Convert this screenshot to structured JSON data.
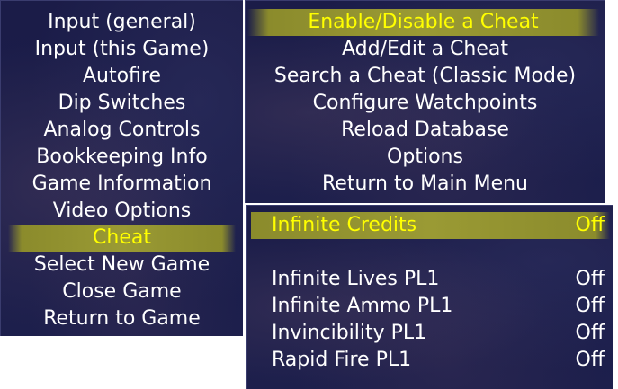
{
  "main_menu": {
    "items": [
      {
        "label": "Input (general)",
        "selected": false
      },
      {
        "label": "Input (this Game)",
        "selected": false
      },
      {
        "label": "Autofire",
        "selected": false
      },
      {
        "label": "Dip Switches",
        "selected": false
      },
      {
        "label": "Analog Controls",
        "selected": false
      },
      {
        "label": "Bookkeeping Info",
        "selected": false
      },
      {
        "label": "Game Information",
        "selected": false
      },
      {
        "label": "Video Options",
        "selected": false
      },
      {
        "label": "Cheat",
        "selected": true
      },
      {
        "label": "Select New Game",
        "selected": false
      },
      {
        "label": "Close Game",
        "selected": false
      },
      {
        "label": "Return to Game",
        "selected": false
      }
    ]
  },
  "cheat_menu": {
    "items": [
      {
        "label": "Enable/Disable a Cheat",
        "selected": true
      },
      {
        "label": "Add/Edit a Cheat",
        "selected": false
      },
      {
        "label": "Search a Cheat (Classic Mode)",
        "selected": false
      },
      {
        "label": "Configure Watchpoints",
        "selected": false
      },
      {
        "label": "Reload Database",
        "selected": false
      },
      {
        "label": "Options",
        "selected": false
      },
      {
        "label": "Return to Main Menu",
        "selected": false
      }
    ]
  },
  "cheat_list": {
    "items": [
      {
        "name": "Infinite Credits",
        "value": "Off",
        "selected": true
      },
      {
        "name": "Infinite Lives PL1",
        "value": "Off",
        "selected": false
      },
      {
        "name": "Infinite Ammo PL1",
        "value": "Off",
        "selected": false
      },
      {
        "name": "Invincibility PL1",
        "value": "Off",
        "selected": false
      },
      {
        "name": "Rapid Fire PL1",
        "value": "Off",
        "selected": false
      }
    ]
  },
  "colors": {
    "highlight_bg": "#9a9a34",
    "highlight_text": "#ffff00",
    "text": "#ffffff",
    "panel_bg": "#1b1c48"
  }
}
